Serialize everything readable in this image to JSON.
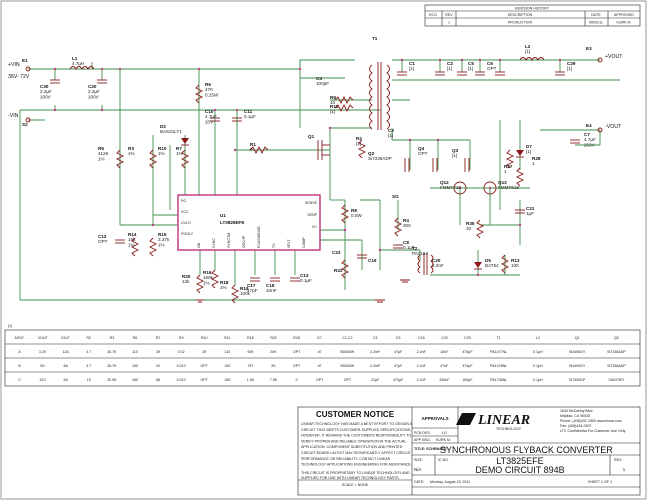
{
  "revision": {
    "title": "REVISION HISTORY",
    "headers": [
      "ECO",
      "REV",
      "DESCRIPTION",
      "DATE",
      "APPROVED"
    ],
    "row": [
      "",
      "1",
      "PRODUCTION",
      "06/03/11",
      "KURK M."
    ]
  },
  "nets": {
    "vin": "+VIN",
    "vin_range": "36V- 72V",
    "vin_neg": "-VIN",
    "vout": "+VOUT",
    "vout_neg": "-VOUT"
  },
  "components": [
    {
      "id": "E1",
      "text": [
        "E1"
      ]
    },
    {
      "id": "S2",
      "text": [
        "S2"
      ]
    },
    {
      "id": "L1",
      "text": [
        "L1",
        "4.7µH"
      ]
    },
    {
      "id": "C30",
      "text": [
        "C30",
        "2.2µF",
        "100V"
      ]
    },
    {
      "id": "C20",
      "text": [
        "C20",
        "2.2µF",
        "100V"
      ]
    },
    {
      "id": "R6",
      "text": [
        "R6",
        "47K",
        "0.25W"
      ]
    },
    {
      "id": "D2",
      "text": [
        "D2",
        "BAS21LT1"
      ]
    },
    {
      "id": "C10",
      "text": [
        "C10",
        "4.7µF",
        "20V"
      ]
    },
    {
      "id": "C11",
      "text": [
        "C11",
        "0.1µF"
      ]
    },
    {
      "id": "R5",
      "text": [
        "R5",
        "412K",
        "1%"
      ]
    },
    {
      "id": "R3",
      "text": [
        "R3",
        "1%"
      ]
    },
    {
      "id": "R10",
      "text": [
        "R10",
        "1%"
      ]
    },
    {
      "id": "R7",
      "text": [
        "R7",
        "1%"
      ]
    },
    {
      "id": "T1",
      "text": [
        "T1"
      ]
    },
    {
      "id": "C4",
      "text": [
        "C4",
        "100pF"
      ]
    },
    {
      "id": "R9",
      "text": [
        "R9",
        "10"
      ]
    },
    {
      "id": "R11",
      "text": [
        "R11",
        "[1]"
      ]
    },
    {
      "id": "R1",
      "text": [
        "R1",
        "0"
      ]
    },
    {
      "id": "Q1",
      "text": [
        "Q1"
      ]
    },
    {
      "id": "R2",
      "text": [
        "R2",
        "[1]"
      ]
    },
    {
      "id": "C1",
      "text": [
        "C1",
        "[1]"
      ]
    },
    {
      "id": "C2",
      "text": [
        "C2",
        "[1]"
      ]
    },
    {
      "id": "C5",
      "text": [
        "C5",
        "[1]"
      ]
    },
    {
      "id": "C6",
      "text": [
        "C6",
        "OPT"
      ]
    },
    {
      "id": "L2",
      "text": [
        "L2",
        "[1]"
      ]
    },
    {
      "id": "C29",
      "text": [
        "C29",
        "[1]"
      ]
    },
    {
      "id": "E3",
      "text": [
        "E3"
      ]
    },
    {
      "id": "E4",
      "text": [
        "E4"
      ]
    },
    {
      "id": "C7",
      "text": [
        "C7",
        "4.7µF",
        "250V"
      ]
    },
    {
      "id": "C3",
      "text": [
        "C3",
        "[1]"
      ]
    },
    {
      "id": "Q2",
      "text": [
        "Q2",
        "Si7336ADP"
      ]
    },
    {
      "id": "Q4",
      "text": [
        "Q4",
        "OPT"
      ]
    },
    {
      "id": "Q3",
      "text": [
        "Q3",
        "[1]"
      ]
    },
    {
      "id": "Q12",
      "text": [
        "Q12",
        "FMMT718"
      ]
    },
    {
      "id": "Q13",
      "text": [
        "Q13",
        "FMMT618"
      ]
    },
    {
      "id": "D7",
      "text": [
        "D7",
        "[1]"
      ]
    },
    {
      "id": "R28",
      "text": [
        "R28",
        "1"
      ]
    },
    {
      "id": "R27",
      "text": [
        "R27",
        "1"
      ]
    },
    {
      "id": "C21",
      "text": [
        "C21",
        "1µF"
      ]
    },
    {
      "id": "R35",
      "text": [
        "R35",
        "10"
      ]
    },
    {
      "id": "SG",
      "text": [
        "SG"
      ]
    },
    {
      "id": "R4",
      "text": [
        "R4",
        "300"
      ]
    },
    {
      "id": "C8",
      "text": [
        "C8",
        "0.1µF"
      ]
    },
    {
      "id": "T2",
      "text": [
        "T2",
        "PA0184"
      ]
    },
    {
      "id": "C20b",
      "text": [
        "C20",
        "2.2nF"
      ]
    },
    {
      "id": "D5",
      "text": [
        "D5",
        "BAT54"
      ]
    },
    {
      "id": "R13",
      "text": [
        "R13",
        "10K"
      ]
    },
    {
      "id": "R8",
      "text": [
        "R8",
        "0.5W"
      ]
    },
    {
      "id": "C23",
      "text": [
        "C23"
      ]
    },
    {
      "id": "C19",
      "text": [
        "C19"
      ]
    },
    {
      "id": "R22",
      "text": [
        "R22"
      ]
    },
    {
      "id": "C12",
      "text": [
        "C12",
        "OPT"
      ]
    },
    {
      "id": "R14",
      "text": [
        "R14",
        "15k",
        "1%"
      ]
    },
    {
      "id": "R15",
      "text": [
        "R15",
        "3.37k",
        "1%"
      ]
    },
    {
      "id": "R20",
      "text": [
        "R20",
        "12k"
      ]
    },
    {
      "id": "R16",
      "text": [
        "R16",
        "169k",
        "1%"
      ]
    },
    {
      "id": "R18",
      "text": [
        "R18",
        "1%"
      ]
    },
    {
      "id": "R19",
      "text": [
        "R19",
        "100k"
      ]
    },
    {
      "id": "C17",
      "text": [
        "C17",
        "47pF"
      ]
    },
    {
      "id": "C18",
      "text": [
        "C18",
        "10nF"
      ]
    },
    {
      "id": "C13",
      "text": [
        "C13",
        "0.1µF"
      ]
    }
  ],
  "ic": {
    "ref": "U1",
    "part": "LT3825EFE",
    "pins_left": [
      "PG",
      "VCC",
      "UVLO",
      "PGOLY"
    ],
    "pins_right": [
      "SENSE",
      "SENP",
      "VC"
    ],
    "pins_bottom": [
      "ON",
      "SYNC",
      "SYNCTM",
      "OSC/IP",
      "FCASSENSE",
      "TX",
      "VFLT",
      "COMP"
    ]
  },
  "bom": {
    "note": "[1]",
    "headers": [
      "ASSY.",
      "VOUT",
      "IOUT",
      "R2",
      "R3",
      "R6",
      "R7",
      "R9",
      "R10",
      "R11",
      "R18",
      "R22",
      "R28",
      "D7",
      "C1,C2",
      "C3",
      "C5",
      "C18",
      "C23",
      "C29",
      "T1",
      "L2",
      "Q1",
      "Q3"
    ],
    "rows": [
      [
        "A",
        "3.3V",
        "12A",
        "4.7",
        "26.7K",
        "110",
        "39",
        "0.02",
        "39",
        "110",
        "909",
        "20K",
        "OPT",
        "#7",
        "B0540W",
        "2.2mF",
        "47µF",
        "2.2nF",
        "10nF",
        "470µF",
        "PA1477NL",
        "0.1µH",
        "Si4490DY",
        "Si7336ADP"
      ],
      [
        "B",
        "5V",
        "8A",
        "4.7",
        "28.7K",
        "150",
        "20",
        "0.012",
        "OPT",
        "150",
        "787",
        "2K",
        "OPT",
        "#7",
        "B0540W",
        "2.2mF",
        "47µF",
        "2.2nF",
        "47nF",
        "470µF",
        "PA1478NL",
        "0.1µH",
        "Si4490DY",
        "Si7336ADP"
      ],
      [
        "C",
        "12V",
        "5A",
        "15",
        "30.9K",
        "160",
        "68",
        "0.012",
        "OPT",
        "160",
        "1.5K",
        "7.5K",
        "0",
        "OPT",
        "OPT",
        "22µF",
        "470µF",
        "2.2nF",
        "330nF",
        "150µF",
        "PA1736NL",
        "0.1µH",
        "Si7450DP",
        "Si4470EY"
      ]
    ]
  },
  "notice": {
    "title": "CUSTOMER NOTICE",
    "lines": [
      "LINEAR TECHNOLOGY HAS MADE A BEST EFFORT TO DESIGN A",
      "CIRCUIT THAT MEETS CUSTOMER-SUPPLIED SPECIFICATIONS;",
      "HOWEVER, IT REMAINS THE CUSTOMER'S RESPONSIBILITY TO",
      "VERIFY PROPER AND RELIABLE OPERATION IN THE ACTUAL",
      "APPLICATION. COMPONENT SUBSTITUTION AND PRINTED",
      "CIRCUIT BOARD LAYOUT MAY SIGNIFICANTLY AFFECT CIRCUIT",
      "PERFORMANCE OR RELIABILITY. CONTACT LINEAR",
      "TECHNOLOGY APPLICATIONS ENGINEERING FOR ASSISTANCE."
    ],
    "footer": [
      "THIS CIRCUIT IS PROPRIETARY TO LINEAR TECHNOLOGY AND",
      "SUPPLIED FOR USE WITH LINEAR TECHNOLOGY PARTS."
    ]
  },
  "approvals": {
    "title": "APPROVALS",
    "rows": [
      [
        "PCB DES.",
        "LG"
      ],
      [
        "APP ENG.",
        "KURK M."
      ]
    ]
  },
  "company": {
    "logo": "LINEAR",
    "logo_sub": "TECHNOLOGY",
    "address": [
      "1630 McCarthy Blvd.",
      "Milpitas, CA 95035",
      "Phone: (408)432-1900  www.linear.com",
      "Fax: (408)434-0507",
      "LTC Confidential-For Customer Use Only"
    ]
  },
  "title_block": {
    "title_label": "TITLE: SCHEMATIC",
    "title": "SYNCHRONOUS FLYBACK CONVERTER",
    "size_label": "SIZE",
    "size": "N/A",
    "icno_label": "IC NO.",
    "icno": "LT3825EFE",
    "circuit": "DEMO CIRCUIT 894B",
    "rev_label": "REV.",
    "rev": "1",
    "scale": "SCALE = NONE",
    "date_label": "DATE:",
    "date": "Monday, August 15, 2011",
    "sheet": "SHEET  1   OF  1"
  }
}
